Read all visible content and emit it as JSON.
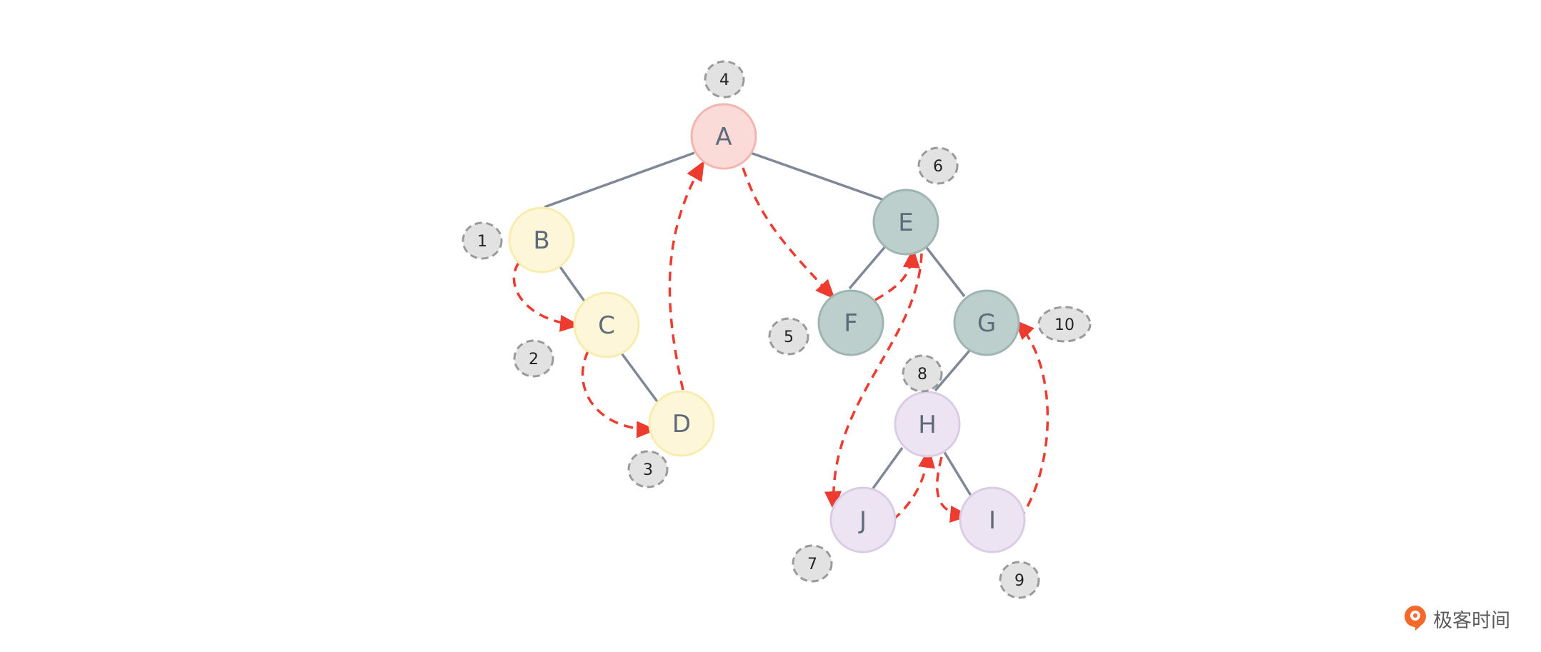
{
  "nodes": {
    "A": {
      "label": "A",
      "fill": "#fadbd8",
      "stroke": "#f2b6ae"
    },
    "B": {
      "label": "B",
      "fill": "#fdf6d8",
      "stroke": "#f8ecb0"
    },
    "C": {
      "label": "C",
      "fill": "#fdf6d8",
      "stroke": "#f8ecb0"
    },
    "D": {
      "label": "D",
      "fill": "#fdf6d8",
      "stroke": "#f8ecb0"
    },
    "E": {
      "label": "E",
      "fill": "#bdcfcd",
      "stroke": "#9eb5b2"
    },
    "F": {
      "label": "F",
      "fill": "#bdcfcd",
      "stroke": "#9eb5b2"
    },
    "G": {
      "label": "G",
      "fill": "#bdcfcd",
      "stroke": "#9eb5b2"
    },
    "H": {
      "label": "H",
      "fill": "#ece4f2",
      "stroke": "#d9cde6"
    },
    "I": {
      "label": "I",
      "fill": "#ece4f2",
      "stroke": "#d9cde6"
    },
    "J": {
      "label": "J",
      "fill": "#ece4f2",
      "stroke": "#d9cde6"
    }
  },
  "order_badges": [
    "1",
    "2",
    "3",
    "4",
    "5",
    "6",
    "7",
    "8",
    "9",
    "10"
  ],
  "edge_color": "#7f8896",
  "arrow_color": "#ee3b2f",
  "badge_fill": "#e2e2e2",
  "badge_stroke": "#9a9a9a",
  "logo": {
    "text": "极客时间",
    "color": "#f4692b"
  }
}
